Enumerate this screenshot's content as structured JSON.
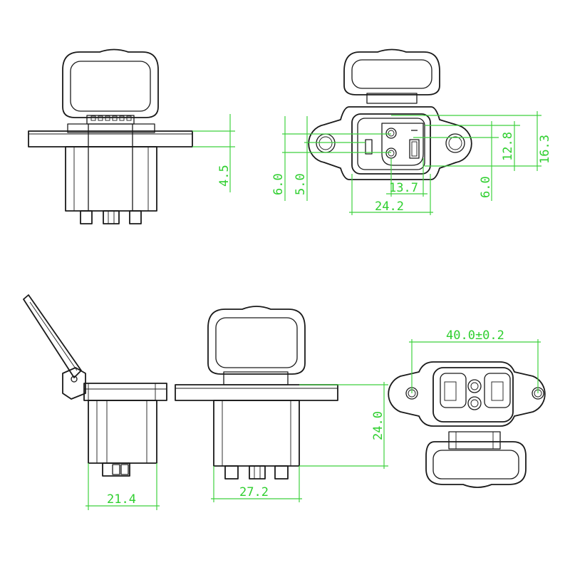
{
  "dimensions": {
    "top_left_height": "4.5",
    "top_right_left_a": "6.0",
    "top_right_left_b": "5.0",
    "top_right_inner_width": "13.7",
    "top_right_outer_width": "24.2",
    "top_right_right_low": "6.0",
    "top_right_right_a": "12.8",
    "top_right_right_b": "16.3",
    "bottom_left_width": "21.4",
    "bottom_mid_width": "27.2",
    "bottom_mid_height": "24.0",
    "bottom_right_span": "40.0±0.2"
  },
  "colors": {
    "outline": "#1a1a1a",
    "dimension": "#3fd13f"
  }
}
